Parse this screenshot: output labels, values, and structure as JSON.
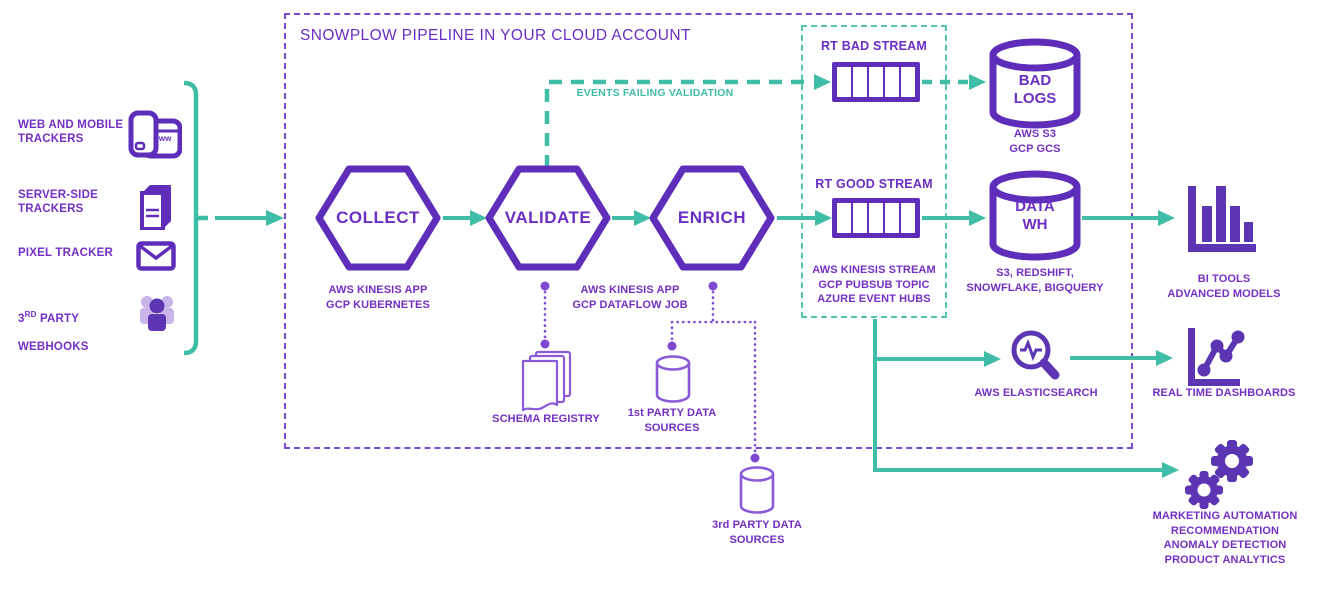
{
  "colors": {
    "brand_purple": "#5E2EBB",
    "text_purple": "#7430C5",
    "teal": "#3FBDA6",
    "light_purple": "#8A5AD8",
    "lavender": "#C9B5EA"
  },
  "sources": {
    "web_mobile": {
      "label": "WEB AND MOBILE\nTRACKERS"
    },
    "server_side": {
      "label": "SERVER-SIDE\nTRACKERS"
    },
    "pixel": {
      "label": "PIXEL TRACKER"
    },
    "webhooks": {
      "prefix": "3",
      "sup": "RD",
      "suffix": " PARTY",
      "line2": "WEBHOOKS"
    }
  },
  "pipeline": {
    "title": "SNOWPLOW PIPELINE IN YOUR CLOUD ACCOUNT",
    "collect": {
      "label": "COLLECT",
      "caption": "AWS KINESIS APP\nGCP KUBERNETES"
    },
    "validate": {
      "label": "VALIDATE"
    },
    "enrich": {
      "label": "ENRICH",
      "caption": "AWS KINESIS APP\nGCP DATAFLOW JOB"
    },
    "failing_label": "EVENTS FAILING VALIDATION"
  },
  "streams": {
    "bad_title": "RT BAD STREAM",
    "good_title": "RT GOOD STREAM",
    "caption": "AWS KINESIS STREAM\nGCP PUBSUB TOPIC\nAZURE EVENT HUBS"
  },
  "storage": {
    "bad_logs": {
      "label": "BAD\nLOGS",
      "caption": "AWS S3\nGCP GCS"
    },
    "data_wh": {
      "label": "DATA\nWH",
      "caption": "S3, REDSHIFT,\nSNOWFLAKE, BIGQUERY"
    }
  },
  "consumers": {
    "bi_tools": "BI TOOLS\nADVANCED MODELS",
    "elasticsearch": "AWS ELASTICSEARCH",
    "dashboards": "REAL TIME DASHBOARDS",
    "automation": "MARKETING AUTOMATION\nRECOMMENDATION\nANOMALY DETECTION\nPRODUCT ANALYTICS"
  },
  "registries": {
    "schema": "SCHEMA REGISTRY",
    "first_party": "1st PARTY DATA\nSOURCES",
    "third_party": "3rd PARTY DATA\nSOURCES"
  }
}
